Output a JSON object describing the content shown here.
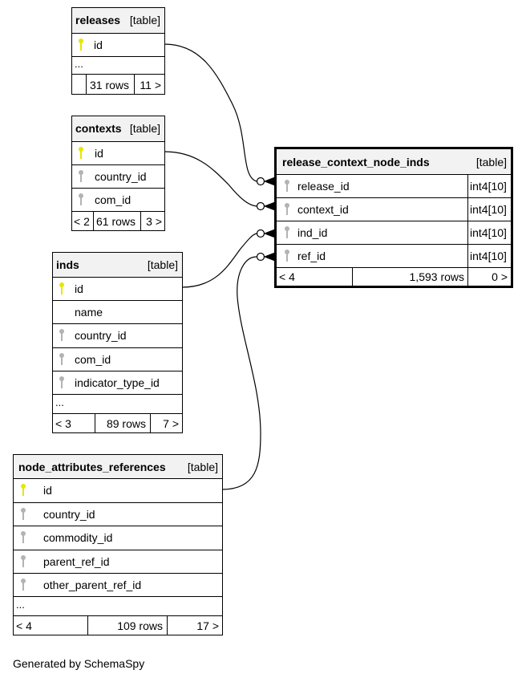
{
  "tables": {
    "releases": {
      "name": "releases",
      "kind": "[table]",
      "columns": [
        {
          "name": "id",
          "key": "primary-key-icon"
        }
      ],
      "more": "...",
      "footer": {
        "left": "",
        "rows": "31 rows",
        "right": "11 >"
      }
    },
    "contexts": {
      "name": "contexts",
      "kind": "[table]",
      "columns": [
        {
          "name": "id",
          "key": "primary-key-icon"
        },
        {
          "name": "country_id",
          "key": "foreign-key-icon"
        },
        {
          "name": "com_id",
          "key": "foreign-key-icon"
        }
      ],
      "footer": {
        "left": "< 2",
        "rows": "61 rows",
        "right": "3 >"
      }
    },
    "inds": {
      "name": "inds",
      "kind": "[table]",
      "columns": [
        {
          "name": "id",
          "key": "primary-key-icon"
        },
        {
          "name": "name",
          "key": ""
        },
        {
          "name": "country_id",
          "key": "foreign-key-icon"
        },
        {
          "name": "com_id",
          "key": "foreign-key-icon"
        },
        {
          "name": "indicator_type_id",
          "key": "foreign-key-icon"
        }
      ],
      "more": "...",
      "footer": {
        "left": "< 3",
        "rows": "89 rows",
        "right": "7 >"
      }
    },
    "node_attributes_references": {
      "name": "node_attributes_references",
      "kind": "[table]",
      "columns": [
        {
          "name": "id",
          "key": "primary-key-icon"
        },
        {
          "name": "country_id",
          "key": "foreign-key-icon"
        },
        {
          "name": "commodity_id",
          "key": "foreign-key-icon"
        },
        {
          "name": "parent_ref_id",
          "key": "foreign-key-icon"
        },
        {
          "name": "other_parent_ref_id",
          "key": "foreign-key-icon"
        }
      ],
      "more": "...",
      "footer": {
        "left": "< 4",
        "rows": "109 rows",
        "right": "17 >"
      }
    },
    "release_context_node_inds": {
      "name": "release_context_node_inds",
      "kind": "[table]",
      "columns": [
        {
          "name": "release_id",
          "type": "int4[10]",
          "key": "foreign-key-icon"
        },
        {
          "name": "context_id",
          "type": "int4[10]",
          "key": "foreign-key-icon"
        },
        {
          "name": "ind_id",
          "type": "int4[10]",
          "key": "foreign-key-icon"
        },
        {
          "name": "ref_id",
          "type": "int4[10]",
          "key": "foreign-key-icon"
        }
      ],
      "footer": {
        "left": "< 4",
        "rows": "1,593 rows",
        "right": "0 >"
      }
    }
  },
  "relationships": [
    {
      "from": "releases.id",
      "to": "release_context_node_inds.release_id",
      "cardinality": "zero-or-many"
    },
    {
      "from": "contexts.id",
      "to": "release_context_node_inds.context_id",
      "cardinality": "zero-or-many"
    },
    {
      "from": "inds.id",
      "to": "release_context_node_inds.ind_id",
      "cardinality": "zero-or-many"
    },
    {
      "from": "node_attributes_references.id",
      "to": "release_context_node_inds.ref_id",
      "cardinality": "zero-or-many"
    }
  ],
  "colors": {
    "primary_key": "#e6e600",
    "foreign_key": "#b3b3b3",
    "header_bg": "#f2f2f2",
    "line": "#000000"
  },
  "credit": "Generated by SchemaSpy"
}
